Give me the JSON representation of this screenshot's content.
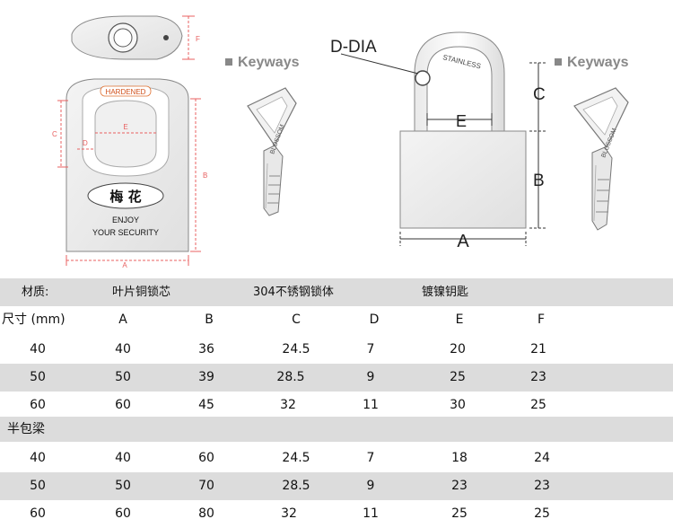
{
  "diagram": {
    "keyways_label": "Keyways",
    "d_dia_label": "D-DIA",
    "hardened_stamp": "HARDENED",
    "brand_chars": "梅 花",
    "enjoy_line1": "ENJOY",
    "enjoy_line2": "YOUR SECURITY",
    "stainless_stamp": "STAINLESS",
    "key_brand": "BLOSSOM",
    "dim_left": {
      "A": "A",
      "B": "B",
      "C": "C",
      "D": "D",
      "E": "E",
      "F": "F"
    },
    "dim_right": {
      "A": "A",
      "B": "B",
      "C": "C",
      "E": "E"
    }
  },
  "materials": {
    "label": "材质:",
    "leaf_core": "叶片铜锁芯",
    "body": "304不锈钢锁体",
    "key": "镀镍钥匙"
  },
  "header": {
    "size_label": "尺寸 (mm)",
    "cols": [
      "A",
      "B",
      "C",
      "D",
      "E",
      "F"
    ]
  },
  "full_shackle_rows": [
    [
      "40",
      "40",
      "36",
      "24.5",
      "7",
      "20",
      "21"
    ],
    [
      "50",
      "50",
      "39",
      "28.5",
      "9",
      "25",
      "23"
    ],
    [
      "60",
      "60",
      "45",
      "32",
      "11",
      "30",
      "25"
    ]
  ],
  "half_shackle_label": "半包梁",
  "half_shackle_rows": [
    [
      "40",
      "40",
      "60",
      "24.5",
      "7",
      "18",
      "24"
    ],
    [
      "50",
      "50",
      "70",
      "28.5",
      "9",
      "23",
      "23"
    ],
    [
      "60",
      "60",
      "80",
      "32",
      "11",
      "25",
      "25"
    ]
  ]
}
